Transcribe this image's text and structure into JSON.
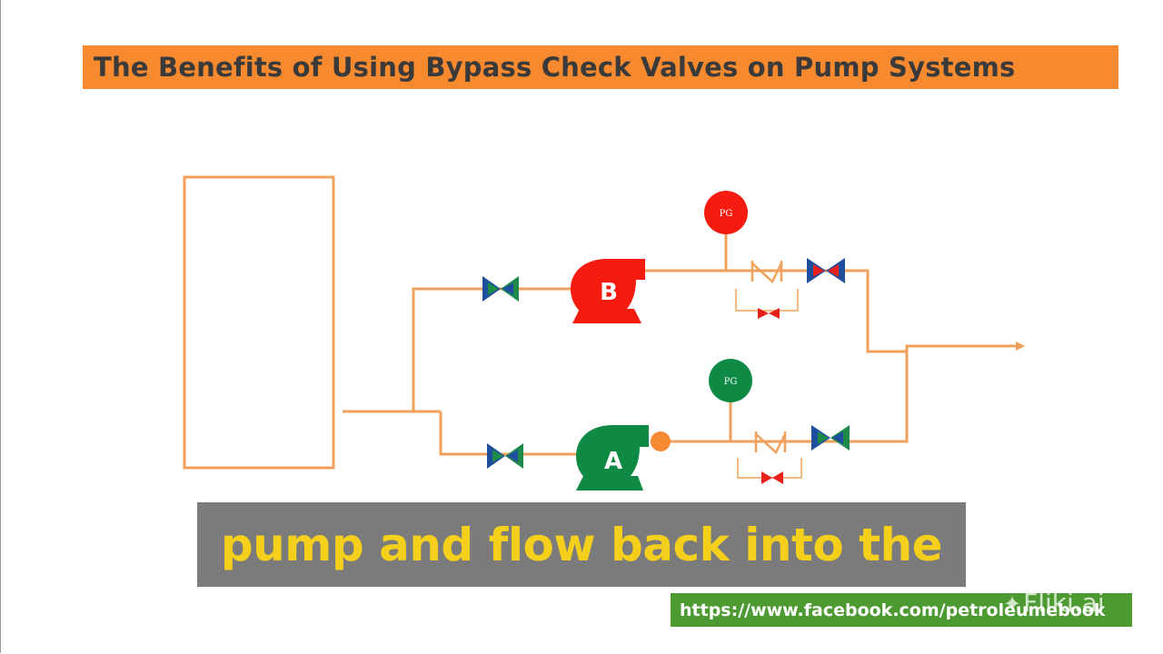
{
  "title": "The Benefits of Using Bypass Check Valves on Pump Systems",
  "pumps": {
    "b_label": "B",
    "a_label": "A"
  },
  "gauges": {
    "top_label": "PG",
    "bottom_label": "PG"
  },
  "caption": "pump and flow back into the",
  "footer": {
    "url": "https://www.facebook.com/petroleumebook",
    "watermark": "Fliki.ai"
  },
  "colors": {
    "title_bg": "#f7892f",
    "pipe": "#f0a05a",
    "pump_b": "#f51b0e",
    "pump_a": "#0f8a45",
    "valve_blue": "#1f4e9c",
    "valve_green": "#1d8a4a",
    "valve_red": "#e8201a",
    "caption_bg": "#7b7b7b",
    "caption_text": "#f4cf1c",
    "url_bg": "#4e9a32"
  }
}
